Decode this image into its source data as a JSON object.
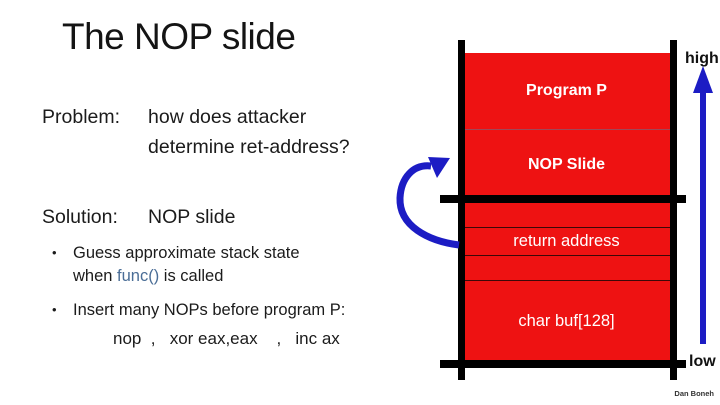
{
  "title": "The NOP slide",
  "problem": {
    "label": "Problem:",
    "line1": "how does attacker",
    "line2": "determine ret-address?"
  },
  "solution": {
    "label": "Solution:",
    "text": "NOP slide"
  },
  "bullet1": {
    "marker": "•",
    "line1": "Guess approximate stack state",
    "line2_pre": "when ",
    "line2_func": "func()",
    "line2_post": " is called"
  },
  "bullet2": {
    "marker": "•",
    "line1": "Insert many NOPs before program P:",
    "code_line": "nop  ,   xor eax,eax    ,   inc ax"
  },
  "stack": {
    "rows": [
      {
        "label": "Program P"
      },
      {
        "label": "NOP Slide"
      },
      {
        "label": ""
      },
      {
        "label": "return address"
      },
      {
        "label": ""
      },
      {
        "label": "char buf[128]"
      }
    ],
    "high_label": "high",
    "low_label": "low"
  },
  "footer": {
    "author": "Dan Boneh"
  },
  "colors": {
    "stack_red": "#ee1212",
    "arrow_blue": "#1c1cc4",
    "func_text": "#4a6d96"
  }
}
